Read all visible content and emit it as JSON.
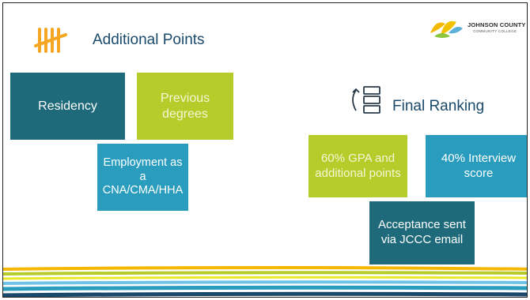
{
  "slide": {
    "title_left": "Additional Points",
    "title_right": "Final Ranking",
    "logo": {
      "name": "JOHNSON COUNTY",
      "sub": "COMMUNITY COLLEGE"
    },
    "left_boxes": {
      "residency": "Residency",
      "previous_degrees": "Previous degrees",
      "employment": "Employment as a CNA/CMA/HHA"
    },
    "right_boxes": {
      "gpa": "60% GPA and additional points",
      "interview": "40% Interview score",
      "acceptance": "Acceptance sent via JCCC email"
    },
    "icons": {
      "tally": "tally-marks-icon",
      "ranking": "ranking-list-icon",
      "logo": "jccc-logo-icon"
    },
    "colors": {
      "dark_teal": "#1e6a7a",
      "lime": "#b5cc2a",
      "blue": "#2a9dbf",
      "title": "#1a4a6b",
      "tally_orange": "#f5a623"
    }
  }
}
